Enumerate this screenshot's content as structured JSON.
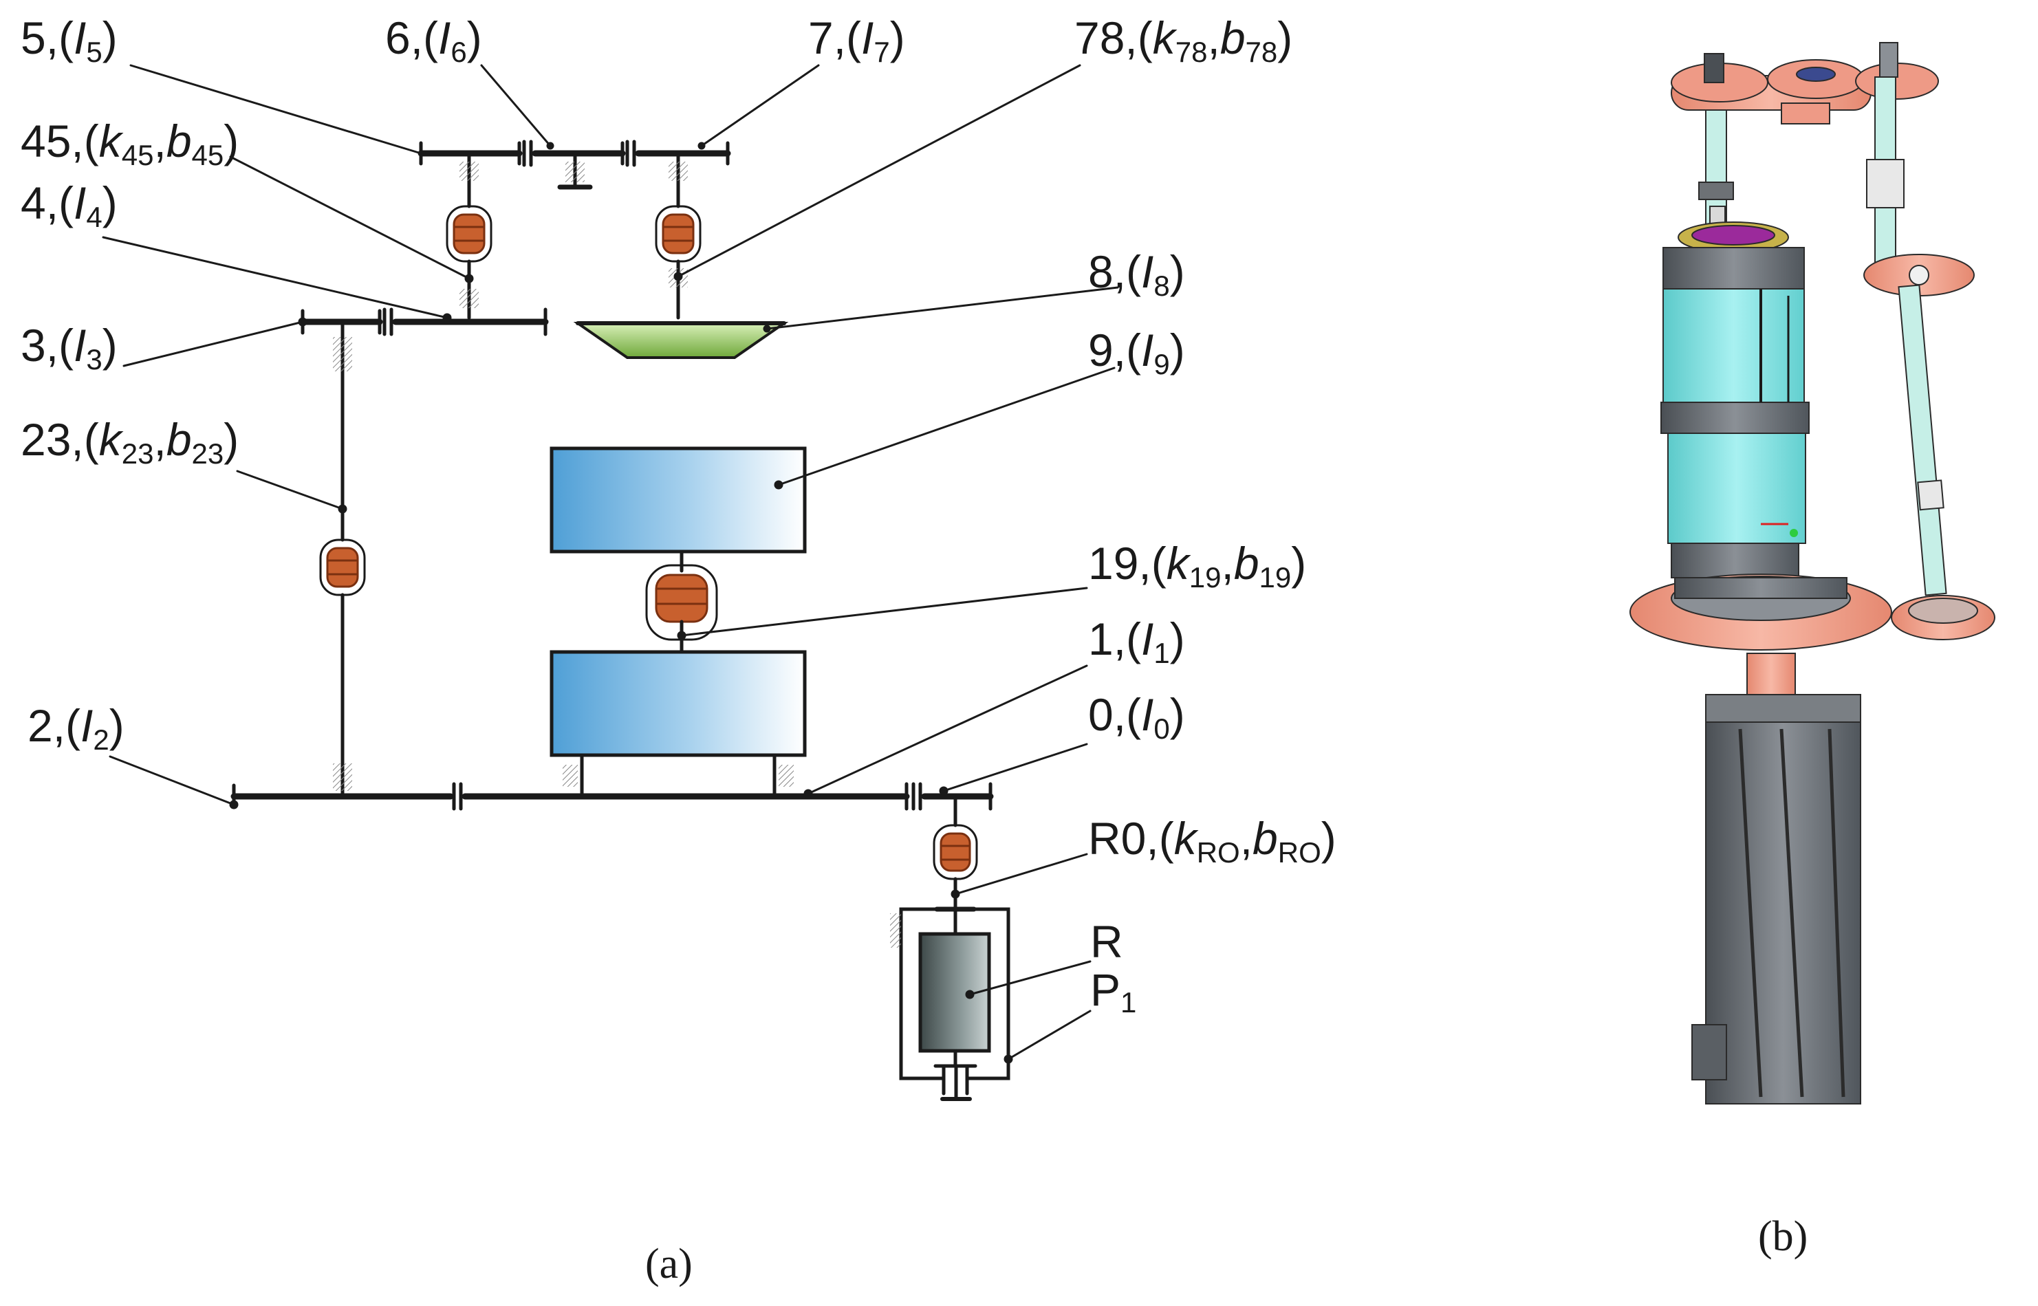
{
  "diagram_a": {
    "labels": {
      "l5": {
        "num": "5",
        "open": ",(",
        "sym": "I",
        "sub": "5",
        "close": ")"
      },
      "l6": {
        "num": "6",
        "open": ",(",
        "sym": "I",
        "sub": "6",
        "close": ")"
      },
      "l7": {
        "num": "7",
        "open": ",(",
        "sym": "I",
        "sub": "7",
        "close": ")"
      },
      "l78": {
        "num": "78",
        "open": ",(",
        "k": "k",
        "ksub": "78",
        "comma": ",",
        "b": "b",
        "bsub": "78",
        "close": ")"
      },
      "l45": {
        "num": "45",
        "open": ",(",
        "k": "k",
        "ksub": "45",
        "comma": ",",
        "b": "b",
        "bsub": "45",
        "close": ")"
      },
      "l4": {
        "num": "4",
        "open": ",(",
        "sym": "I",
        "sub": "4",
        "close": ")"
      },
      "l8": {
        "num": "8",
        "open": ",(",
        "sym": "I",
        "sub": "8",
        "close": ")"
      },
      "l3": {
        "num": "3",
        "open": ",(",
        "sym": "I",
        "sub": "3",
        "close": ")"
      },
      "l9": {
        "num": "9",
        "open": ",(",
        "sym": "I",
        "sub": "9",
        "close": ")"
      },
      "l23": {
        "num": "23",
        "open": ",(",
        "k": "k",
        "ksub": "23",
        "comma": ",",
        "b": "b",
        "bsub": "23",
        "close": ")"
      },
      "l19": {
        "num": "19",
        "open": ",(",
        "k": "k",
        "ksub": "19",
        "comma": ",",
        "b": "b",
        "bsub": "19",
        "close": ")"
      },
      "l1": {
        "num": "1",
        "open": ",(",
        "sym": "I",
        "sub": "1",
        "close": ")"
      },
      "l2": {
        "num": "2",
        "open": ",(",
        "sym": "I",
        "sub": "2",
        "close": ")"
      },
      "l0": {
        "num": "0",
        "open": ",(",
        "sym": "I",
        "sub": "0",
        "close": ")"
      },
      "lR0": {
        "num": "R0",
        "open": ",(",
        "k": "k",
        "ksub": "RO",
        "comma": ",",
        "b": "b",
        "bsub": "RO",
        "close": ")"
      },
      "lR": {
        "text": "R"
      },
      "lP1": {
        "text": "P",
        "sub": "1"
      }
    },
    "caption": "(a)"
  },
  "figure_b": {
    "caption": "(b)"
  },
  "colors": {
    "line": "#1a1a1a",
    "spring": "#c8602e",
    "disc_blue_dark": "#4f9fd6",
    "disc_blue_light": "#ffffff",
    "gear_green": "#8fc25a",
    "motor_gray": "#5f6b6b",
    "model_cyan": "#7fe2e2",
    "model_salmon": "#ee9a86",
    "model_gray": "#6d7175"
  }
}
